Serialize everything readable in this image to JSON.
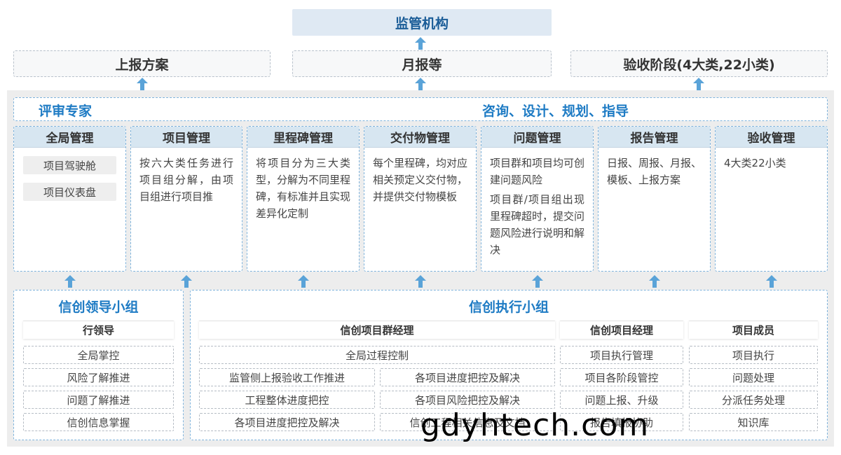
{
  "top": {
    "regulator": "监管机构"
  },
  "reports": {
    "left": "上报方案",
    "middle": "月报等",
    "right": "验收阶段(4大类,22小类)"
  },
  "banner": {
    "left": "评审专家",
    "right": "咨询、设计、规划、指导"
  },
  "modules": [
    {
      "title": "全局管理",
      "pills": [
        "项目驾驶舱",
        "项目仪表盘"
      ],
      "texts": []
    },
    {
      "title": "项目管理",
      "pills": [],
      "texts": [
        "按六大类任务进行项目组分解，由项目组进行项目推"
      ]
    },
    {
      "title": "里程碑管理",
      "pills": [],
      "texts": [
        "将项目分为三大类型，分解为不同里程碑，有标准并且实现差异化定制"
      ]
    },
    {
      "title": "交付物管理",
      "pills": [],
      "texts": [
        "每个里程碑，均对应相关预定义交付物，并提供交付物模板"
      ]
    },
    {
      "title": "问题管理",
      "pills": [],
      "texts": [
        "项目群和项目均可创建问题风险",
        "项目群/项目组出现里程碑超时，提交问题风险进行说明和解决"
      ]
    },
    {
      "title": "报告管理",
      "pills": [],
      "texts": [
        "日报、周报、月报、模板、上报方案"
      ]
    },
    {
      "title": "验收管理",
      "pills": [],
      "texts": [
        "4大类22小类"
      ]
    }
  ],
  "leader_group": {
    "title": "信创领导小组",
    "role": "行领导",
    "tasks": [
      "全局掌控",
      "风险了解推进",
      "问题了解推进",
      "信创信息掌握"
    ]
  },
  "exec_group": {
    "title": "信创执行小组",
    "pgm": {
      "role": "信创项目群经理",
      "full": "全局过程控制",
      "left": [
        "监管侧上报验收工作推进",
        "工程整体进度把控",
        "各项目进度把控及解决"
      ],
      "right": [
        "各项目进度把控及解决",
        "各项目风险把控及解决",
        "信创工程相关信息及文档"
      ]
    },
    "pm": {
      "role": "信创项目经理",
      "tasks": [
        "项目执行管理",
        "项目各阶段管控",
        "问题上报、升级",
        "报告填报协助"
      ]
    },
    "member": {
      "role": "项目成员",
      "tasks": [
        "项目执行",
        "问题处理",
        "分派任务处理",
        "知识库"
      ]
    }
  },
  "watermark": "gdyhtech.com",
  "colors": {
    "accent": "#1e7bc4",
    "header_bg": "#d7e6f1",
    "arrow": "#5aa3d8"
  }
}
